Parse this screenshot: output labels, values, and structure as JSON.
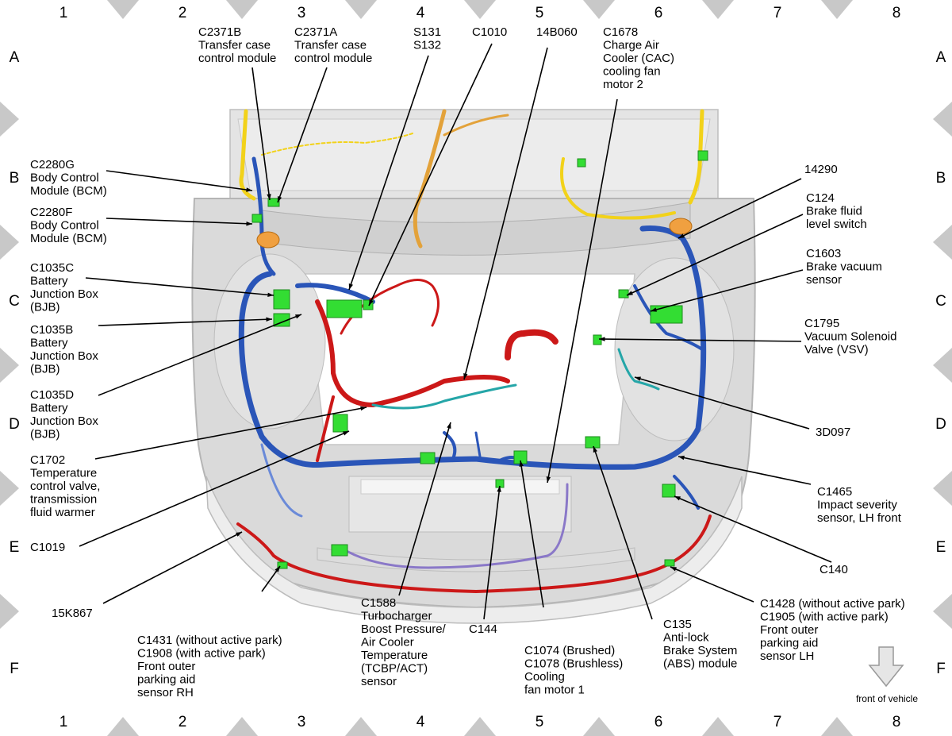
{
  "grid": {
    "columns": [
      "1",
      "2",
      "3",
      "4",
      "5",
      "6",
      "7",
      "8"
    ],
    "rows": [
      "A",
      "B",
      "C",
      "D",
      "E",
      "F"
    ]
  },
  "colors": {
    "wire_blue": "#2a55b8",
    "wire_red": "#cc1818",
    "wire_yellow": "#f2d21a",
    "wire_orange": "#e3a23a",
    "wire_teal": "#25a6a8",
    "wire_purple": "#8a78c8",
    "connector_green": "#33dd33",
    "body_gray": "#d9d9d9",
    "marker_gray": "#c8c8c8"
  },
  "callouts": {
    "c2371b": [
      "C2371B",
      "Transfer case",
      "control module"
    ],
    "c2371a": [
      "C2371A",
      "Transfer case",
      "control module"
    ],
    "s131": [
      "S131",
      "S132"
    ],
    "c1010": [
      "C1010"
    ],
    "b14b060": [
      "14B060"
    ],
    "c1678": [
      "C1678",
      "Charge Air",
      "Cooler (CAC)",
      "cooling fan",
      "motor 2"
    ],
    "c2280g": [
      "C2280G",
      "Body Control",
      "Module (BCM)"
    ],
    "c2280f": [
      "C2280F",
      "Body Control",
      "Module (BCM)"
    ],
    "c1035c": [
      "C1035C",
      "Battery",
      "Junction Box",
      "(BJB)"
    ],
    "c1035b": [
      "C1035B",
      "Battery",
      "Junction Box",
      "(BJB)"
    ],
    "c1035d": [
      "C1035D",
      "Battery",
      "Junction Box",
      "(BJB)"
    ],
    "c1702": [
      "C1702",
      "Temperature",
      "control valve,",
      "transmission",
      "fluid warmer"
    ],
    "c1019": [
      "C1019"
    ],
    "k15k867": [
      "15K867"
    ],
    "c1431": [
      "C1431 (without active park)",
      "C1908 (with active park)",
      "Front outer",
      "parking aid",
      "sensor RH"
    ],
    "c1588": [
      "C1588",
      "Turbocharger",
      "Boost Pressure/",
      "Air Cooler",
      "Temperature",
      "(TCBP/ACT)",
      "sensor"
    ],
    "c144": [
      "C144"
    ],
    "c1074": [
      "C1074 (Brushed)",
      "C1078 (Brushless)",
      "Cooling",
      "fan motor 1"
    ],
    "c135": [
      "C135",
      "Anti-lock",
      "Brake System",
      "(ABS) module"
    ],
    "c1428": [
      "C1428 (without active park)",
      "C1905 (with active park)",
      "Front outer",
      "parking aid",
      "sensor LH"
    ],
    "n14290": [
      "14290"
    ],
    "c124": [
      "C124",
      "Brake fluid",
      "level switch"
    ],
    "c1603": [
      "C1603",
      "Brake vacuum",
      "sensor"
    ],
    "c1795": [
      "C1795",
      "Vacuum Solenoid",
      "Valve (VSV)"
    ],
    "d3d097": [
      "3D097"
    ],
    "c1465": [
      "C1465",
      "Impact severity",
      "sensor, LH front"
    ],
    "c140": [
      "C140"
    ]
  },
  "front_of_vehicle": "front of vehicle"
}
